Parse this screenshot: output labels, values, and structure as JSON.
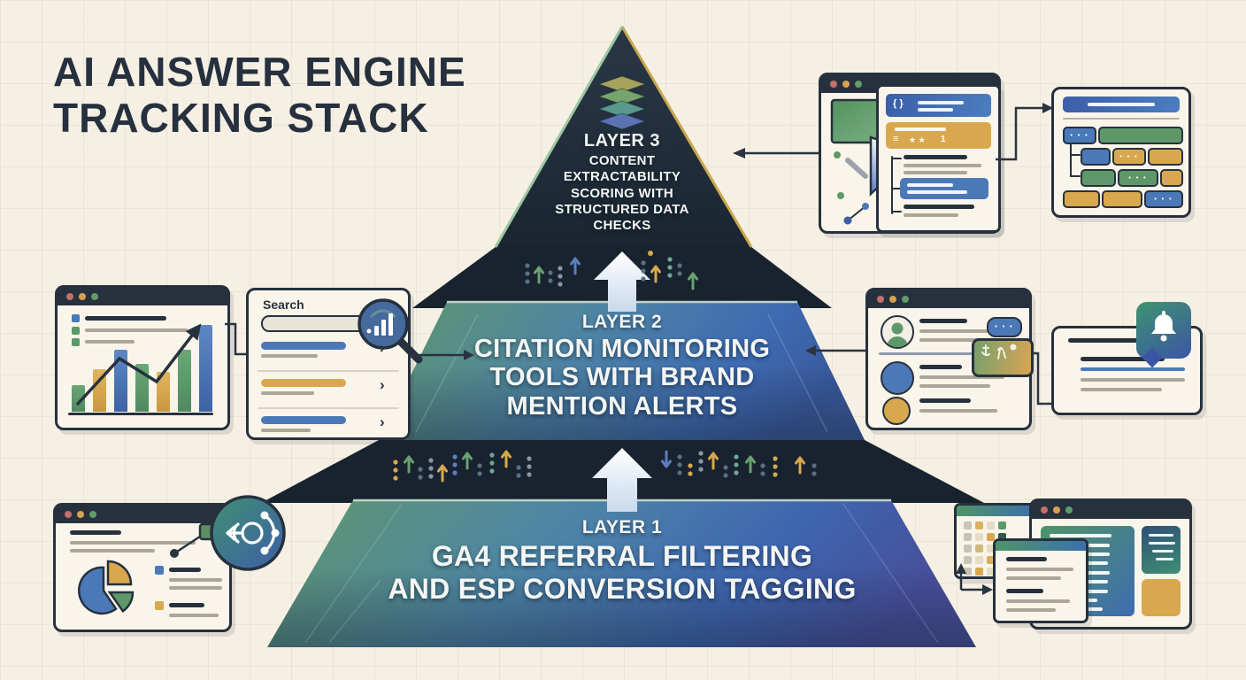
{
  "title": {
    "line1": "AI ANSWER ENGINE",
    "line2": "TRACKING STACK"
  },
  "pyramid": {
    "layers": [
      {
        "label": "LAYER 3",
        "description": "CONTENT\nEXTRACTABILITY\nSCORING WITH\nSTRUCTURED DATA\nCHECKS"
      },
      {
        "label": "LAYER 2",
        "description": "CITATION MONITORING\nTOOLS WITH BRAND\nMENTION ALERTS"
      },
      {
        "label": "LAYER 1",
        "description": "GA4 REFERRAL FILTERING\nAND ESP CONVERSION TAGGING"
      }
    ]
  },
  "search_panel": {
    "label": "Search"
  },
  "code_card": {
    "braces": "{ }",
    "list_glyph": "≡",
    "stars": "★ ★",
    "count": "1"
  },
  "glyphs": {
    "ellipsis": "• • •",
    "chevron": "›"
  },
  "colors": {
    "background": "#F5F0E3",
    "ink": "#27313E",
    "green": "#5E9868",
    "blue": "#4B79B8",
    "orange": "#D9A84E",
    "gold": "#C9A84C",
    "navy": "#1C2733"
  }
}
